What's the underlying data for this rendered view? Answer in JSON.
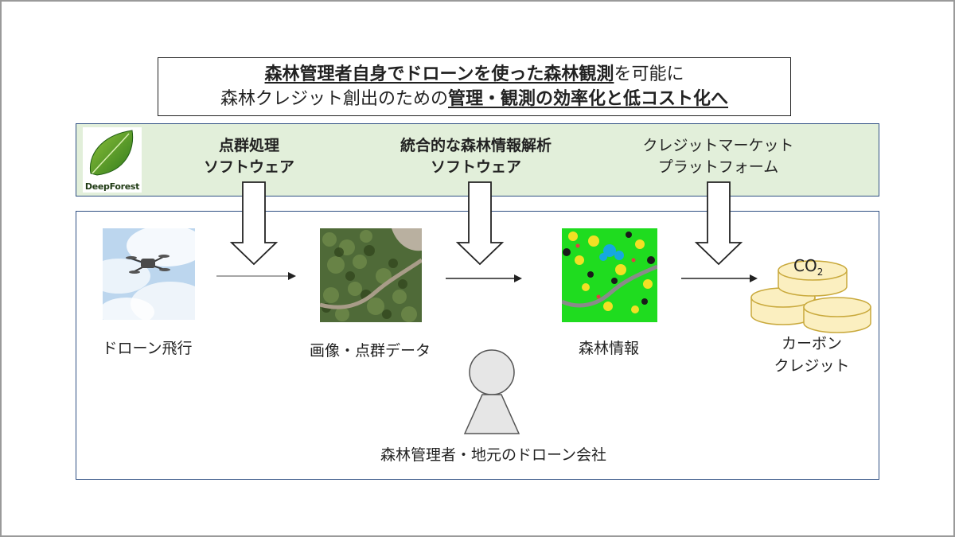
{
  "title": {
    "line1_bold_underlined_a": "森林管理者自身でドローンを使った森林観測",
    "line1_rest": "を可能に",
    "line2_prefix": "森林クレジット創出のための",
    "line2_bold_underlined": "管理・観測の効率化と低コスト化へ"
  },
  "logo": {
    "text": "DeepForest",
    "icon": "leaf-icon"
  },
  "software": {
    "point_cloud": {
      "line1": "点群処理",
      "line2": "ソフトウェア"
    },
    "analysis": {
      "line1": "統合的な森林情報解析",
      "line2": "ソフトウェア"
    },
    "market": {
      "line1": "クレジットマーケット",
      "line2": "プラットフォーム"
    }
  },
  "steps": {
    "drone": "ドローン飛行",
    "image": "画像・点群データ",
    "forest_info": "森林情報",
    "credit_line1": "カーボン",
    "credit_line2": "クレジット"
  },
  "co2": {
    "text": "CO",
    "subscript": "2"
  },
  "person": {
    "label": "森林管理者・地元のドローン会社",
    "icon": "person-icon"
  },
  "colors": {
    "band_fill": "#e2efda",
    "border_blue": "#2e4f82",
    "coin_fill": "#fbefc0",
    "coin_edge": "#c9a93c",
    "person_fill": "#e6e6e6"
  }
}
